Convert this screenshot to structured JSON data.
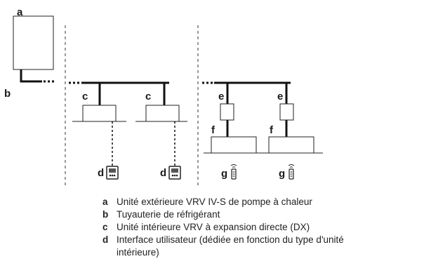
{
  "diagram": {
    "labels": {
      "a": "a",
      "b": "b",
      "c1": "c",
      "c2": "c",
      "d1": "d",
      "d2": "d",
      "e1": "e",
      "e2": "e",
      "f1": "f",
      "f2": "f",
      "g1": "g",
      "g2": "g"
    }
  },
  "legend": [
    {
      "key": "a",
      "text": "Unité extérieure VRV IV-S de pompe à chaleur"
    },
    {
      "key": "b",
      "text": "Tuyauterie de réfrigérant"
    },
    {
      "key": "c",
      "text": "Unité intérieure VRV à expansion directe (DX)"
    },
    {
      "key": "d",
      "text": "Interface utilisateur (dédiée en fonction du type d'unité"
    },
    {
      "key": "",
      "text": "intérieure)"
    }
  ]
}
